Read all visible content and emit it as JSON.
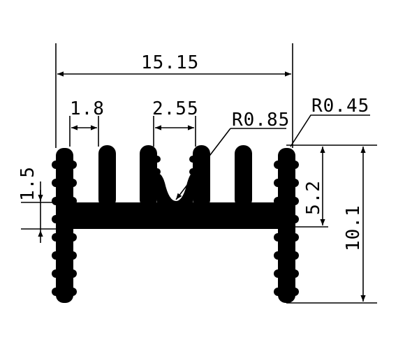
{
  "drawing": {
    "dims": {
      "overall_width": "15.15",
      "fin_thickness": "1.8",
      "fin_gap": "2.55",
      "groove_radius": "R0.85",
      "tip_radius": "R0.45",
      "base_thickness": "1.5",
      "fin_height": "5.2",
      "total_height": "10.1"
    },
    "colors": {
      "ink": "#000000",
      "background": "#ffffff"
    }
  }
}
